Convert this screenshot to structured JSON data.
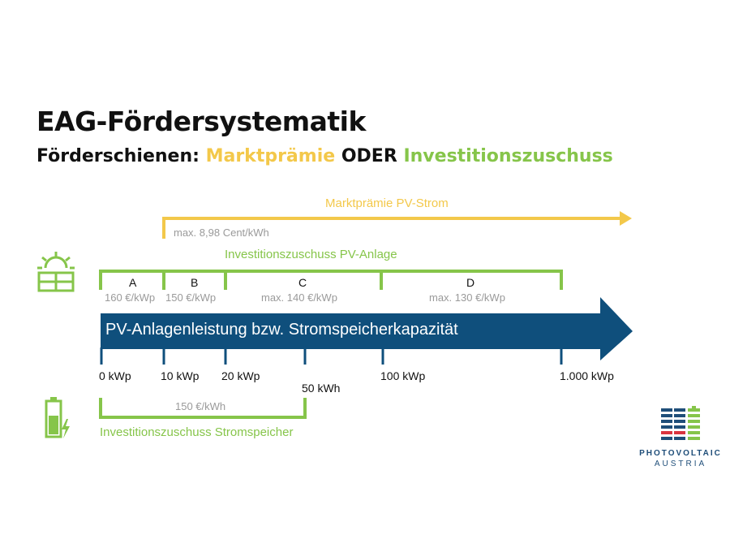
{
  "header": {
    "title": "EAG-Fördersystematik",
    "subtitle_prefix": "Förderschienen:",
    "subtitle_option1": "Marktprämie",
    "subtitle_connector": "ODER",
    "subtitle_option2": "Investitionszuschuss"
  },
  "marktpraemie": {
    "label": "Marktprämie PV-Strom",
    "max_value": "max. 8,98 Cent/kWh"
  },
  "investition_pv": {
    "label": "Investitionszuschuss PV-Anlage",
    "categories": [
      {
        "name": "A",
        "rate": "160 €/kWp"
      },
      {
        "name": "B",
        "rate": "150 €/kWp"
      },
      {
        "name": "C",
        "rate": "max. 140 €/kWp"
      },
      {
        "name": "D",
        "rate": "max. 130 €/kWp"
      }
    ]
  },
  "main_axis": {
    "label": "PV-Anlagenleistung bzw. Stromspeicherkapazität",
    "ticks": [
      "0 kWp",
      "10 kWp",
      "20 kWp",
      "50 kWh",
      "100 kWp",
      "1.000 kWp"
    ]
  },
  "investition_speicher": {
    "label": "Investitionszuschuss Stromspeicher",
    "rate": "150 €/kWh"
  },
  "logo": {
    "line1": "PHOTOVOLTAIC",
    "line2": "AUSTRIA"
  },
  "icons": {
    "solar": "solar-panel-icon",
    "battery": "battery-charging-icon"
  },
  "colors": {
    "yellow": "#f3c84a",
    "green": "#86c54a",
    "blue": "#0f4f7c"
  }
}
